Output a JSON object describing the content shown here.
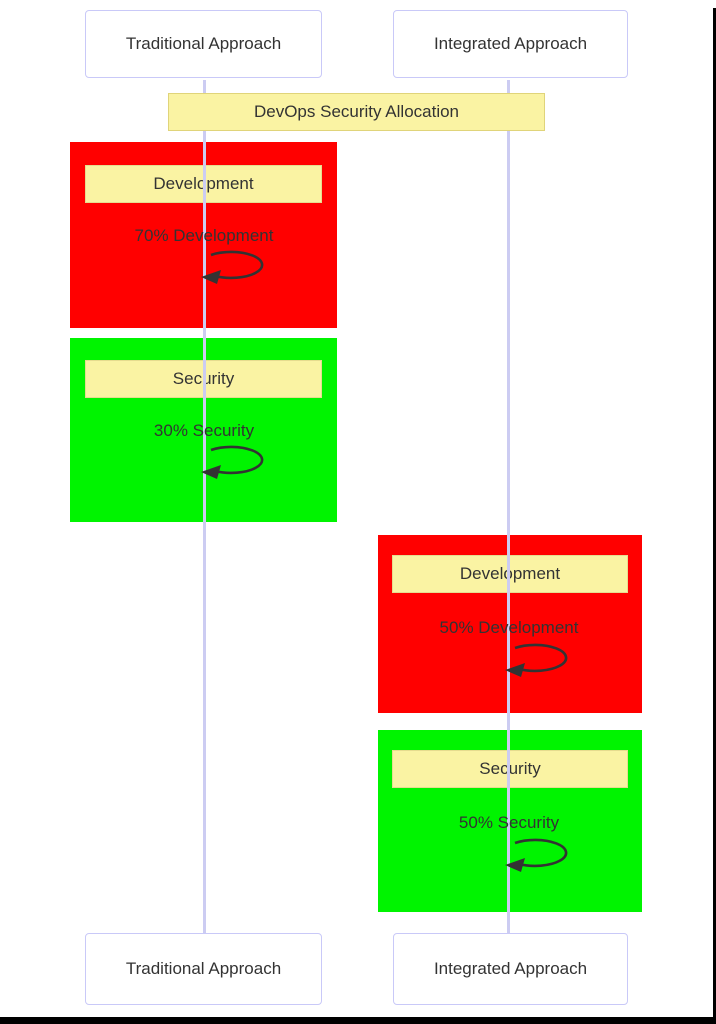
{
  "diagram": {
    "note": {
      "label": "DevOps Security Allocation"
    },
    "actors": {
      "traditional": {
        "label": "Traditional Approach"
      },
      "integrated": {
        "label": "Integrated Approach"
      }
    },
    "blocks": [
      {
        "actor": "Traditional Approach",
        "label": "Development",
        "message": "70% Development",
        "fill": "#ff0000"
      },
      {
        "actor": "Traditional Approach",
        "label": "Security",
        "message": "30% Security",
        "fill": "#00f400"
      },
      {
        "actor": "Integrated Approach",
        "label": "Development",
        "message": "50% Development",
        "fill": "#ff0000"
      },
      {
        "actor": "Integrated Approach",
        "label": "Security",
        "message": "50% Security",
        "fill": "#00f400"
      }
    ],
    "colors": {
      "red_block": "#ff0000",
      "green_block": "#00f400",
      "note_fill": "#faf3a3",
      "note_border": "#e0d47a",
      "actor_border": "#c9c9f8",
      "lifeline": "#ccccf2",
      "text": "#333333",
      "arrow": "#333333"
    }
  }
}
